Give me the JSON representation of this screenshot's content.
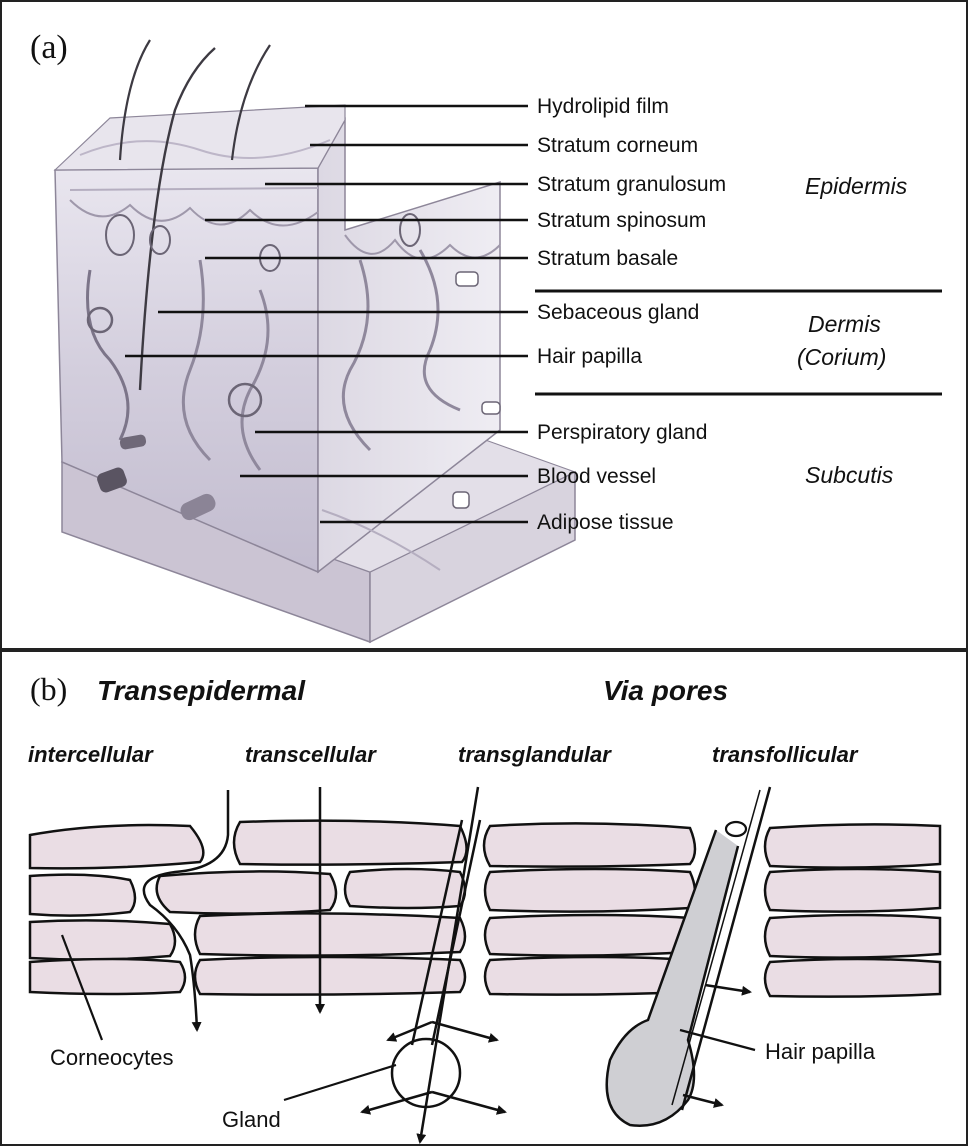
{
  "panel_a": {
    "tag": "(a)",
    "layer_labels": [
      "Hydrolipid film",
      "Stratum corneum",
      "Stratum granulosum",
      "Stratum spinosum",
      "Stratum basale",
      "Sebaceous gland",
      "Hair papilla",
      "Perspiratory gland",
      "Blood vessel",
      "Adipose tissue"
    ],
    "regions": [
      "Epidermis",
      "Dermis",
      "(Corium)",
      "Subcutis"
    ]
  },
  "panel_b": {
    "tag": "(b)",
    "group_headings": [
      "Transepidermal",
      "Via pores"
    ],
    "routes": [
      "intercellular",
      "transcellular",
      "transglandular",
      "transfollicular"
    ],
    "annotations": [
      "Corneocytes",
      "Gland",
      "Hair papilla"
    ]
  },
  "colors": {
    "ink": "#111111",
    "cell_fill": "#eadde4",
    "tissue_light": "#e4e0ea",
    "tissue_mid": "#cfc9d8",
    "tissue_dark": "#a8a1b3",
    "follicle_fill": "#cfcfd3"
  }
}
